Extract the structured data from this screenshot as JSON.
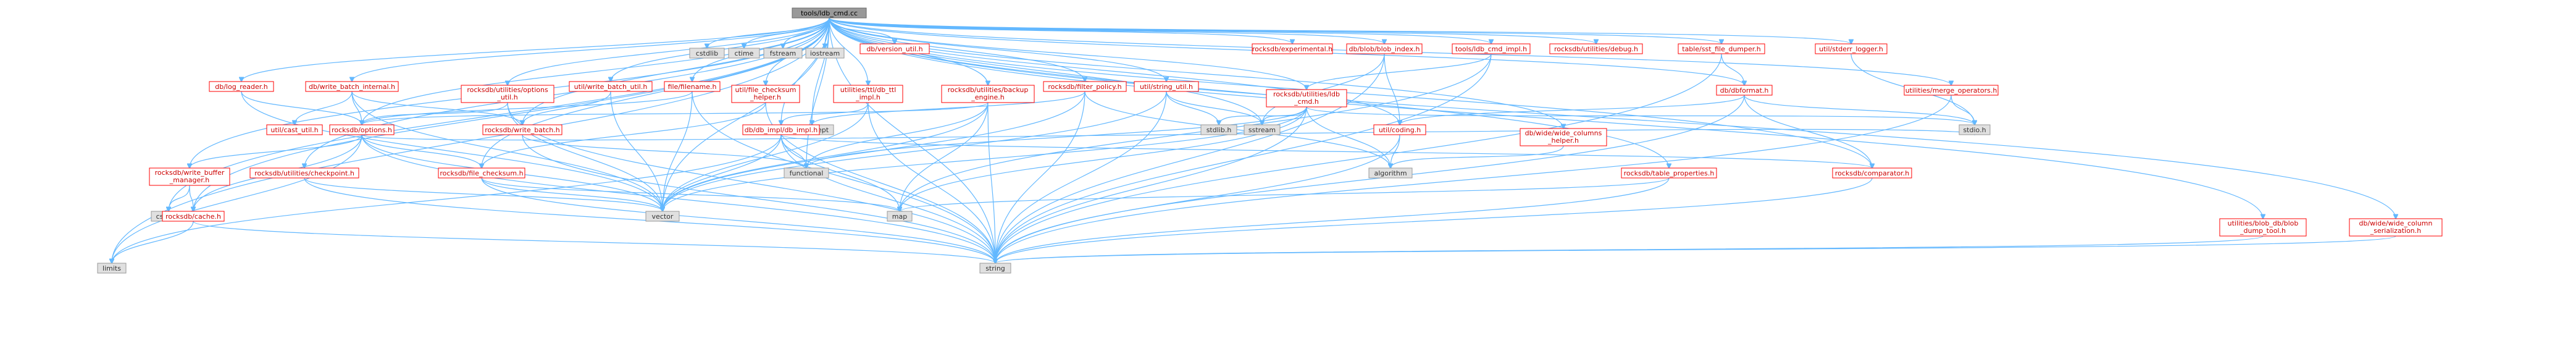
{
  "diagram": {
    "title": "",
    "colors": {
      "edge": "#63b8ff",
      "root_fill": "#999999",
      "root_stroke": "#666666",
      "linked_fill": "#ffffff",
      "linked_stroke": "#ff0000",
      "linked_text": "#cc0000",
      "system_fill": "#e0e0e0",
      "system_stroke": "#999999",
      "system_text": "#333333"
    },
    "nodes": [
      {
        "id": "root",
        "label": "tools/ldb_cmd.cc",
        "kind": "root"
      },
      {
        "id": "cstdlib",
        "label": "cstdlib",
        "kind": "system"
      },
      {
        "id": "ctime",
        "label": "ctime",
        "kind": "system"
      },
      {
        "id": "fstream",
        "label": "fstream",
        "kind": "system"
      },
      {
        "id": "iostream",
        "label": "iostream",
        "kind": "system"
      },
      {
        "id": "limits",
        "label": "limits",
        "kind": "system"
      },
      {
        "id": "cstddef",
        "label": "cstddef",
        "kind": "system"
      },
      {
        "id": "string",
        "label": "string",
        "kind": "system"
      },
      {
        "id": "vector",
        "label": "vector",
        "kind": "system"
      },
      {
        "id": "map",
        "label": "map",
        "kind": "system"
      },
      {
        "id": "functional",
        "label": "functional",
        "kind": "system"
      },
      {
        "id": "algorithm",
        "label": "algorithm",
        "kind": "system"
      },
      {
        "id": "stdexcept",
        "label": "stdexcept",
        "kind": "system"
      },
      {
        "id": "stdlib",
        "label": "stdlib.h",
        "kind": "system"
      },
      {
        "id": "sstream",
        "label": "sstream",
        "kind": "system"
      },
      {
        "id": "stdio",
        "label": "stdio.h",
        "kind": "system"
      },
      {
        "id": "db_log_reader",
        "label": "db/log_reader.h",
        "kind": "linked"
      },
      {
        "id": "db_wbi",
        "label": "db/write_batch_internal.h",
        "kind": "linked"
      },
      {
        "id": "rdb_util_opts",
        "label": [
          "rocksdb/utilities/options",
          "_util.h"
        ],
        "kind": "linked"
      },
      {
        "id": "util_wbutil",
        "label": "util/write_batch_util.h",
        "kind": "linked"
      },
      {
        "id": "file_filename",
        "label": "file/filename.h",
        "kind": "linked"
      },
      {
        "id": "util_fcs_helper",
        "label": [
          "util/file_checksum",
          "_helper.h"
        ],
        "kind": "linked"
      },
      {
        "id": "util_ttl",
        "label": [
          "utilities/ttl/db_ttl",
          "_impl.h"
        ],
        "kind": "linked"
      },
      {
        "id": "db_version_util",
        "label": "db/version_util.h",
        "kind": "linked"
      },
      {
        "id": "rdb_backup",
        "label": [
          "rocksdb/utilities/backup",
          "_engine.h"
        ],
        "kind": "linked"
      },
      {
        "id": "rdb_filter",
        "label": "rocksdb/filter_policy.h",
        "kind": "linked"
      },
      {
        "id": "util_string",
        "label": "util/string_util.h",
        "kind": "linked"
      },
      {
        "id": "rdb_experimental",
        "label": "rocksdb/experimental.h",
        "kind": "linked"
      },
      {
        "id": "db_blob_index",
        "label": "db/blob/blob_index.h",
        "kind": "linked"
      },
      {
        "id": "rdb_ldb_cmd",
        "label": [
          "rocksdb/utilities/ldb",
          "_cmd.h"
        ],
        "kind": "linked"
      },
      {
        "id": "tools_ldb_impl",
        "label": "tools/ldb_cmd_impl.h",
        "kind": "linked"
      },
      {
        "id": "rdb_debug",
        "label": "rocksdb/utilities/debug.h",
        "kind": "linked"
      },
      {
        "id": "table_sst_dumper",
        "label": "table/sst_file_dumper.h",
        "kind": "linked"
      },
      {
        "id": "db_dbformat",
        "label": "db/dbformat.h",
        "kind": "linked"
      },
      {
        "id": "util_stderr",
        "label": "util/stderr_logger.h",
        "kind": "linked"
      },
      {
        "id": "util_merge_ops",
        "label": "utilities/merge_operators.h",
        "kind": "linked"
      },
      {
        "id": "util_cast",
        "label": "util/cast_util.h",
        "kind": "linked"
      },
      {
        "id": "rdb_options",
        "label": "rocksdb/options.h",
        "kind": "linked"
      },
      {
        "id": "rdb_write_batch",
        "label": "rocksdb/write_batch.h",
        "kind": "linked"
      },
      {
        "id": "db_db_impl",
        "label": "db/db_impl/db_impl.h",
        "kind": "linked"
      },
      {
        "id": "util_coding",
        "label": "util/coding.h",
        "kind": "linked"
      },
      {
        "id": "db_wide_helper",
        "label": [
          "db/wide/wide_columns",
          "_helper.h"
        ],
        "kind": "linked"
      },
      {
        "id": "rdb_wbm",
        "label": [
          "rocksdb/write_buffer",
          "_manager.h"
        ],
        "kind": "linked"
      },
      {
        "id": "rdb_checkpoint",
        "label": "rocksdb/utilities/checkpoint.h",
        "kind": "linked"
      },
      {
        "id": "rdb_file_checksum",
        "label": "rocksdb/file_checksum.h",
        "kind": "linked"
      },
      {
        "id": "rdb_table_props",
        "label": "rocksdb/table_properties.h",
        "kind": "linked"
      },
      {
        "id": "rdb_comparator",
        "label": "rocksdb/comparator.h",
        "kind": "linked"
      },
      {
        "id": "rdb_cache",
        "label": "rocksdb/cache.h",
        "kind": "linked"
      },
      {
        "id": "util_blob_dump",
        "label": [
          "utilities/blob_db/blob",
          "_dump_tool.h"
        ],
        "kind": "linked"
      },
      {
        "id": "db_wide_ser",
        "label": [
          "db/wide/wide_column",
          "_serialization.h"
        ],
        "kind": "linked"
      }
    ],
    "edges": [
      [
        "root",
        "cstdlib"
      ],
      [
        "root",
        "ctime"
      ],
      [
        "root",
        "fstream"
      ],
      [
        "root",
        "iostream"
      ],
      [
        "root",
        "limits"
      ],
      [
        "root",
        "cstddef"
      ],
      [
        "root",
        "db_log_reader"
      ],
      [
        "root",
        "db_wbi"
      ],
      [
        "root",
        "rdb_util_opts"
      ],
      [
        "root",
        "util_wbutil"
      ],
      [
        "root",
        "file_filename"
      ],
      [
        "root",
        "util_fcs_helper"
      ],
      [
        "root",
        "util_ttl"
      ],
      [
        "root",
        "db_version_util"
      ],
      [
        "root",
        "rdb_backup"
      ],
      [
        "root",
        "rdb_filter"
      ],
      [
        "root",
        "util_string"
      ],
      [
        "root",
        "rdb_experimental"
      ],
      [
        "root",
        "db_blob_index"
      ],
      [
        "root",
        "rdb_ldb_cmd"
      ],
      [
        "root",
        "tools_ldb_impl"
      ],
      [
        "root",
        "rdb_debug"
      ],
      [
        "root",
        "table_sst_dumper"
      ],
      [
        "root",
        "db_dbformat"
      ],
      [
        "root",
        "util_stderr"
      ],
      [
        "root",
        "util_merge_ops"
      ],
      [
        "root",
        "rdb_options"
      ],
      [
        "root",
        "rdb_write_batch"
      ],
      [
        "root",
        "rdb_wbm"
      ],
      [
        "root",
        "rdb_checkpoint"
      ],
      [
        "root",
        "rdb_file_checksum"
      ],
      [
        "root",
        "rdb_table_props"
      ],
      [
        "root",
        "rdb_comparator"
      ],
      [
        "root",
        "rdb_cache"
      ],
      [
        "root",
        "util_blob_dump"
      ],
      [
        "root",
        "db_wide_ser"
      ],
      [
        "root",
        "util_coding"
      ],
      [
        "root",
        "db_wide_helper"
      ],
      [
        "root",
        "db_db_impl"
      ],
      [
        "root",
        "stdexcept"
      ],
      [
        "root",
        "functional"
      ],
      [
        "root",
        "sstream"
      ],
      [
        "root",
        "string"
      ],
      [
        "root",
        "vector"
      ],
      [
        "db_log_reader",
        "rdb_options"
      ],
      [
        "db_log_reader",
        "vector"
      ],
      [
        "db_wbi",
        "rdb_options"
      ],
      [
        "db_wbi",
        "rdb_write_batch"
      ],
      [
        "db_wbi",
        "util_cast"
      ],
      [
        "db_wbi",
        "vector"
      ],
      [
        "rdb_util_opts",
        "rdb_options"
      ],
      [
        "rdb_util_opts",
        "string"
      ],
      [
        "rdb_util_opts",
        "vector"
      ],
      [
        "util_wbutil",
        "rdb_write_batch"
      ],
      [
        "util_wbutil",
        "vector"
      ],
      [
        "file_filename",
        "rdb_options"
      ],
      [
        "file_filename",
        "vector"
      ],
      [
        "file_filename",
        "string"
      ],
      [
        "util_fcs_helper",
        "rdb_file_checksum"
      ],
      [
        "util_fcs_helper",
        "string"
      ],
      [
        "util_ttl",
        "db_db_impl"
      ],
      [
        "util_ttl",
        "string"
      ],
      [
        "util_ttl",
        "vector"
      ],
      [
        "rdb_backup",
        "functional"
      ],
      [
        "rdb_backup",
        "map"
      ],
      [
        "rdb_backup",
        "string"
      ],
      [
        "rdb_backup",
        "vector"
      ],
      [
        "rdb_backup",
        "rdb_options"
      ],
      [
        "rdb_filter",
        "stdexcept"
      ],
      [
        "rdb_filter",
        "string"
      ],
      [
        "rdb_filter",
        "vector"
      ],
      [
        "rdb_filter",
        "algorithm"
      ],
      [
        "util_string",
        "sstream"
      ],
      [
        "util_string",
        "string"
      ],
      [
        "util_string",
        "vector"
      ],
      [
        "util_string",
        "stdlib"
      ],
      [
        "db_blob_index",
        "util_coding"
      ],
      [
        "db_blob_index",
        "string"
      ],
      [
        "db_blob_index",
        "sstream"
      ],
      [
        "rdb_ldb_cmd",
        "stdio"
      ],
      [
        "rdb_ldb_cmd",
        "stdlib"
      ],
      [
        "rdb_ldb_cmd",
        "algorithm"
      ],
      [
        "rdb_ldb_cmd",
        "functional"
      ],
      [
        "rdb_ldb_cmd",
        "map"
      ],
      [
        "rdb_ldb_cmd",
        "sstream"
      ],
      [
        "rdb_ldb_cmd",
        "string"
      ],
      [
        "rdb_ldb_cmd",
        "vector"
      ],
      [
        "tools_ldb_impl",
        "rdb_ldb_cmd"
      ],
      [
        "tools_ldb_impl",
        "map"
      ],
      [
        "tools_ldb_impl",
        "string"
      ],
      [
        "table_sst_dumper",
        "db_dbformat"
      ],
      [
        "table_sst_dumper",
        "string"
      ],
      [
        "db_dbformat",
        "stdio"
      ],
      [
        "db_dbformat",
        "rdb_comparator"
      ],
      [
        "db_dbformat",
        "util_coding"
      ],
      [
        "db_dbformat",
        "string"
      ],
      [
        "util_stderr",
        "stdio"
      ],
      [
        "util_merge_ops",
        "stdio"
      ],
      [
        "util_merge_ops",
        "string"
      ],
      [
        "rdb_options",
        "stdio"
      ],
      [
        "rdb_options",
        "limits"
      ],
      [
        "rdb_options",
        "rdb_wbm"
      ],
      [
        "rdb_options",
        "rdb_file_checksum"
      ],
      [
        "rdb_options",
        "string"
      ],
      [
        "rdb_options",
        "vector"
      ],
      [
        "rdb_options",
        "rdb_cache"
      ],
      [
        "rdb_write_batch",
        "functional"
      ],
      [
        "rdb_write_batch",
        "string"
      ],
      [
        "db_db_impl",
        "functional"
      ],
      [
        "db_db_impl",
        "limits"
      ],
      [
        "db_db_impl",
        "map"
      ],
      [
        "db_db_impl",
        "string"
      ],
      [
        "db_db_impl",
        "vector"
      ],
      [
        "db_db_impl",
        "rdb_comparator"
      ],
      [
        "util_coding",
        "algorithm"
      ],
      [
        "util_coding",
        "string"
      ],
      [
        "db_wide_helper",
        "algorithm"
      ],
      [
        "rdb_wbm",
        "cstddef"
      ],
      [
        "rdb_wbm",
        "rdb_cache"
      ],
      [
        "rdb_checkpoint",
        "string"
      ],
      [
        "rdb_checkpoint",
        "vector"
      ],
      [
        "rdb_file_checksum",
        "map"
      ],
      [
        "rdb_file_checksum",
        "string"
      ],
      [
        "rdb_file_checksum",
        "vector"
      ],
      [
        "rdb_table_props",
        "map"
      ],
      [
        "rdb_table_props",
        "string"
      ],
      [
        "rdb_comparator",
        "string"
      ],
      [
        "rdb_cache",
        "limits"
      ],
      [
        "rdb_cache",
        "string"
      ],
      [
        "util_blob_dump",
        "string"
      ],
      [
        "db_wide_ser",
        "string"
      ]
    ]
  }
}
